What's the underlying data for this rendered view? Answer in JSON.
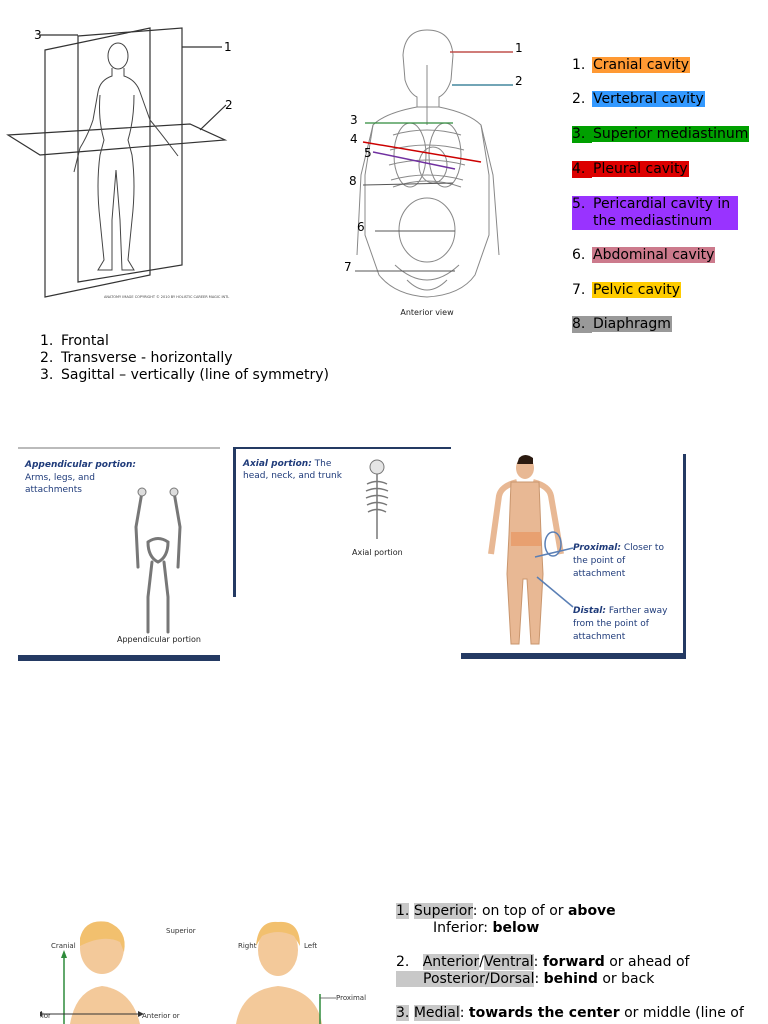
{
  "planes": {
    "items": [
      {
        "num": "1.",
        "label": "Frontal"
      },
      {
        "num": "2.",
        "label": "Transverse - horizontally"
      },
      {
        "num": "3.",
        "label": "Sagittal – vertically (line of symmetry)"
      }
    ],
    "figure_numbers": [
      "1",
      "2",
      "3"
    ],
    "copyright": "ANATOMY IMAGE COPYRIGHT © 2010 BY HOLISTIC CAREER MAGIC INTL"
  },
  "cavities": {
    "figure_numbers": [
      "1",
      "2",
      "3",
      "4",
      "5",
      "8",
      "6",
      "7"
    ],
    "caption": "Anterior view",
    "items": [
      {
        "num": "1.",
        "label": "Cranial cavity",
        "color": "#ff9933",
        "line": "#c0504d"
      },
      {
        "num": "2.",
        "label": "Vertebral cavity",
        "color": "#3399ff",
        "line": "#1f6f8b"
      },
      {
        "num": "3.",
        "label": "Superior mediastinum",
        "color": "#00a000",
        "line": "#2e8b3a"
      },
      {
        "num": "4.",
        "label": "Pleural cavity",
        "color": "#dd0000",
        "line": "#cc0000"
      },
      {
        "num": "5.",
        "label": "Pericardial cavity in the mediastinum",
        "color": "#9933ff",
        "line": "#7030a0"
      },
      {
        "num": "6.",
        "label": "Abdominal cavity",
        "color": "#cc7a8c",
        "line": "#555555"
      },
      {
        "num": "7.",
        "label": "Pelvic cavity",
        "color": "#ffcc00",
        "line": "#555555"
      },
      {
        "num": "8.",
        "label": "Diaphragm",
        "color": "#999999",
        "line": "#555555"
      }
    ]
  },
  "portions": {
    "appendicular": {
      "title": "Appendicular portion:",
      "desc": "Arms, legs, and attachments",
      "caption": "Appendicular portion"
    },
    "axial": {
      "title": "Axial portion:",
      "desc": "The head, neck, and trunk",
      "caption": "Axial portion"
    },
    "proximal": {
      "title": "Proximal:",
      "desc": "Closer to the point of attachment"
    },
    "distal": {
      "title": "Distal:",
      "desc": "Farther away from the point of attachment"
    }
  },
  "directions": {
    "figure_labels": {
      "cranial": "Cranial",
      "superior": "Superior",
      "posterior": "Posterior",
      "anterior": "Anterior or",
      "right": "Right",
      "left": "Left",
      "proximal": "Proximal"
    },
    "terms": {
      "t1_num": "1.",
      "t1_a": "Superior",
      "t1_a_text": ": on top of or ",
      "t1_a_bold": "above",
      "t1_b": "Inferior",
      "t1_b_colon": ": ",
      "t1_b_bold": "below",
      "t2_num": "2.",
      "t2_a1": "Anterior",
      "t2_slash": "/",
      "t2_a2": "Ventral",
      "t2_a_colon": ": ",
      "t2_a_bold": "forward",
      "t2_a_rest": " or ahead of",
      "t2_b": "Posterior/Dorsal",
      "t2_b_colon": ": ",
      "t2_b_bold": "behind",
      "t2_b_rest": " or back",
      "t3_num": "3.",
      "t3_a": "Medial",
      "t3_a_colon": ": ",
      "t3_a_bold": "towards the center",
      "t3_a_rest": " or middle (line of"
    }
  }
}
